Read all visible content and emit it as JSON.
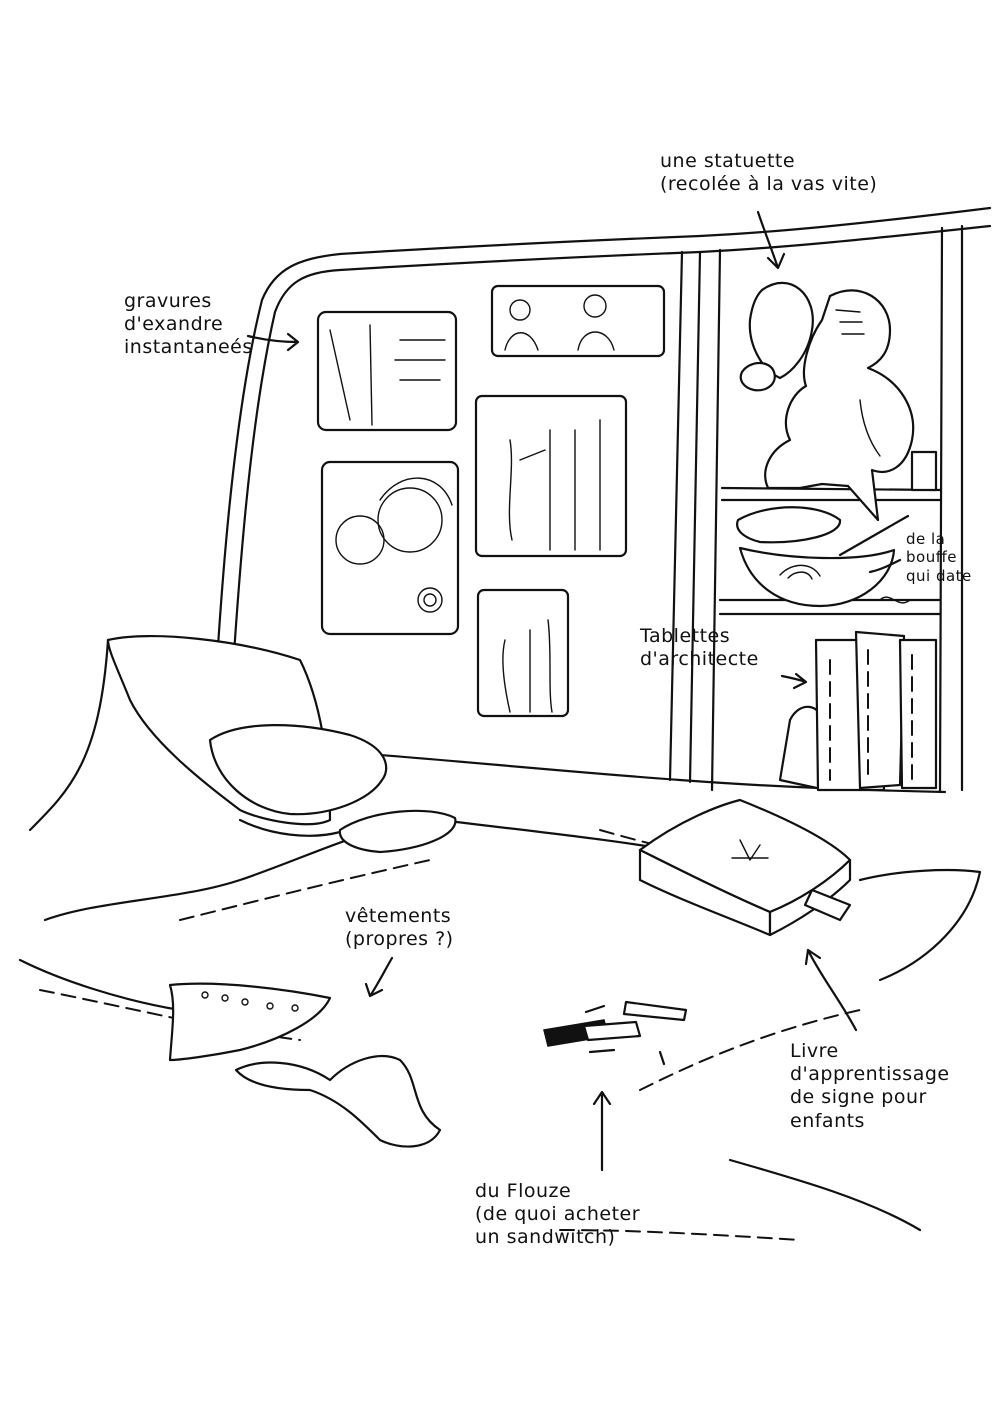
{
  "annotations": {
    "statuette": "une statuette\n(recolée à la vas vite)",
    "engravings": "gravures\nd'exandre\ninstantaneés",
    "food": "de la\nbouffe\nqui date",
    "tablets": "Tablettes\nd'architecte",
    "clothes": "vêtements\n(propres ?)",
    "book": "Livre\nd'apprentissage\nde signe pour\nenfants",
    "money": "du Flouze\n(de quoi acheter\nun sandwitch)"
  }
}
